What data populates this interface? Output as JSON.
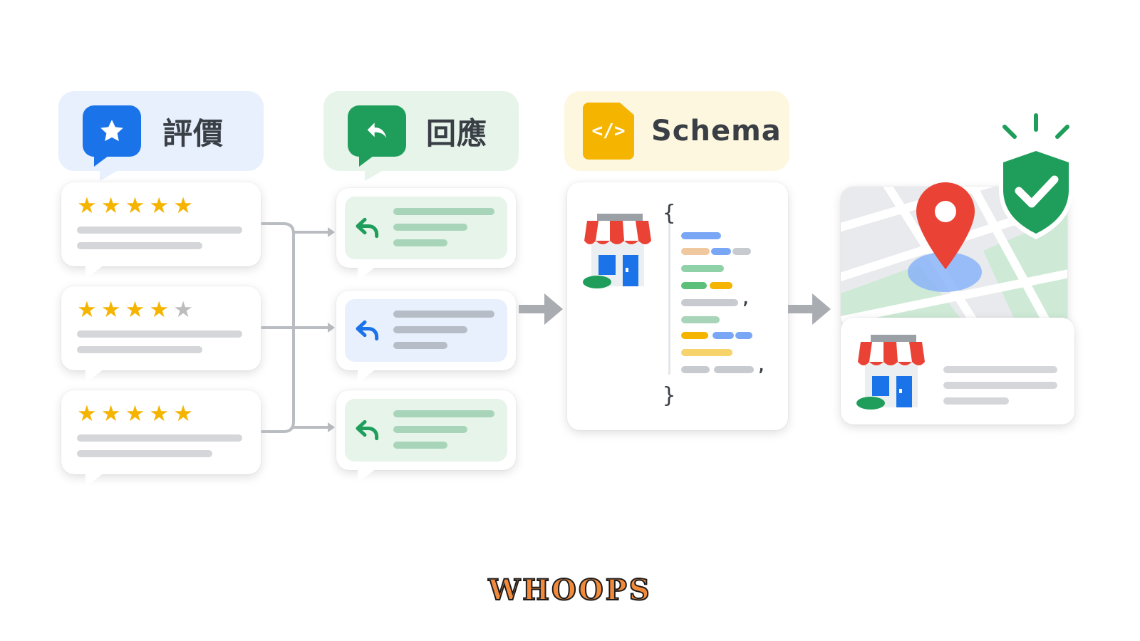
{
  "headers": {
    "reviews": {
      "title": "評價",
      "icon": "star-speech-bubble-icon"
    },
    "replies": {
      "title": "回應",
      "icon": "reply-speech-bubble-icon"
    },
    "schema": {
      "title": "Schema",
      "icon": "code-file-icon"
    }
  },
  "reviews": [
    {
      "rating": 5,
      "max": 5
    },
    {
      "rating": 4,
      "max": 5
    },
    {
      "rating": 5,
      "max": 5
    }
  ],
  "schema_code": {
    "open_brace": "{",
    "close_brace": "}",
    "comma": ","
  },
  "result": {
    "icons": [
      "map-pin-icon",
      "verified-shield-icon",
      "storefront-icon"
    ]
  },
  "watermark": "WHOOPS",
  "colors": {
    "blue": "#4a86f0",
    "green": "#2fa866",
    "yellow": "#f5b400",
    "red": "#ea4335",
    "star": "#f5b400",
    "star_empty": "#bdbdbd"
  }
}
